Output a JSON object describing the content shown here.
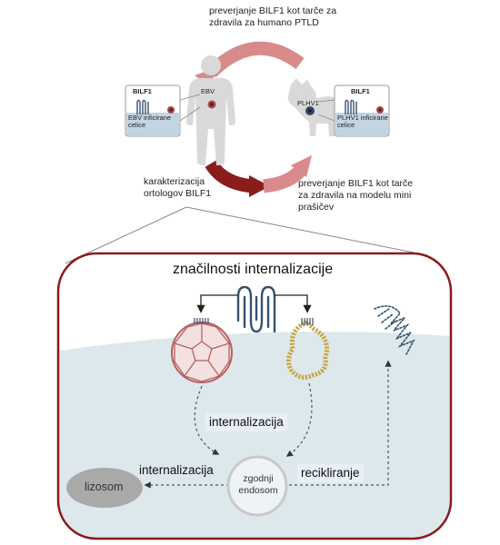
{
  "top": {
    "arrow_top_text": "preverjanje BILF1 kot tarče za zdravila za humano PTLD",
    "arrow_bottom_left_text": "karakterizacija ortologov BILF1",
    "arrow_bottom_right_text": "preverjanje BILF1 kot tarče za zdravila na modelu mini prašičev",
    "human": {
      "virus_label": "EBV",
      "inset_title": "BILF1",
      "inset_caption": "EBV inficirane celice"
    },
    "pig": {
      "virus_label": "PLHV1",
      "inset_title": "BILF1",
      "inset_caption": "PLHV1 inficirane celice"
    }
  },
  "panel": {
    "title": "značilnosti internalizacije",
    "label_internalization_center": "internalizacija",
    "label_internalization_left": "internalizacija",
    "label_recycling": "recikliranje",
    "lysosome_label": "lizosom",
    "endosome_label": "zgodnji endosom"
  },
  "colors": {
    "dark_red": "#8b1c1c",
    "light_red": "#d98a8a",
    "panel_border": "#8b1a1a",
    "cell": "#dde8ec",
    "receptor_blue": "#35526e",
    "clathrin": "#b56060",
    "caveolin": "#c9a33a",
    "lysosome": "#a9a9a9"
  }
}
